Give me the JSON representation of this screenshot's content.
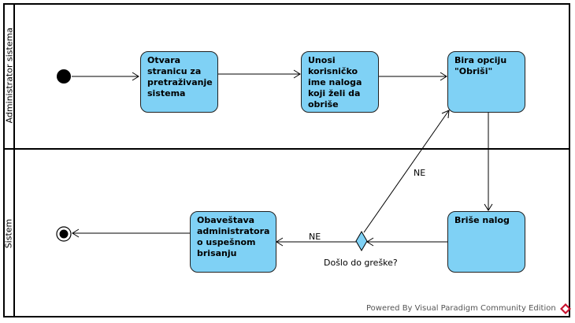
{
  "lanes": {
    "top": "Administrator sistema",
    "bottom": "Sistem"
  },
  "actions": {
    "open_search": "Otvara stranicu za pretraživanje sistema",
    "enter_username": "Unosi korisničko ime naloga koji želi da obriše",
    "choose_delete": "Bira opciju \"Obriši\"",
    "delete_account": "Briše nalog",
    "notify_admin": "Obaveštava administratora o uspešnom brisanju"
  },
  "decision": {
    "label": "Došlo do greške?",
    "guard_up": "NE",
    "guard_left": "NE"
  },
  "footer": {
    "powered_by": "Powered By Visual Paradigm Community Edition"
  },
  "colors": {
    "action_fill": "#7fd1f5",
    "stroke": "#000000",
    "logo": "#c8102e"
  }
}
